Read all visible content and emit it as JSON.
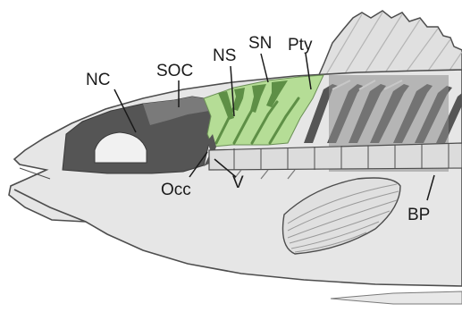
{
  "labels": {
    "nc": "NC",
    "soc": "SOC",
    "ns": "NS",
    "sn": "SN",
    "pty": "Pty",
    "occ": "Occ",
    "v": "V",
    "bp": "BP"
  },
  "colors": {
    "background": "#ffffff",
    "body_fill": "#e6e6e6",
    "outline": "#4d4d4d",
    "dark_bone": "#555555",
    "mid_bone": "#8c8c8c",
    "green_highlight": "#b5dd96",
    "green_dark": "#5e8f46",
    "fin_ray": "#d6d6d6",
    "leader_line": "#1a1a1a"
  }
}
